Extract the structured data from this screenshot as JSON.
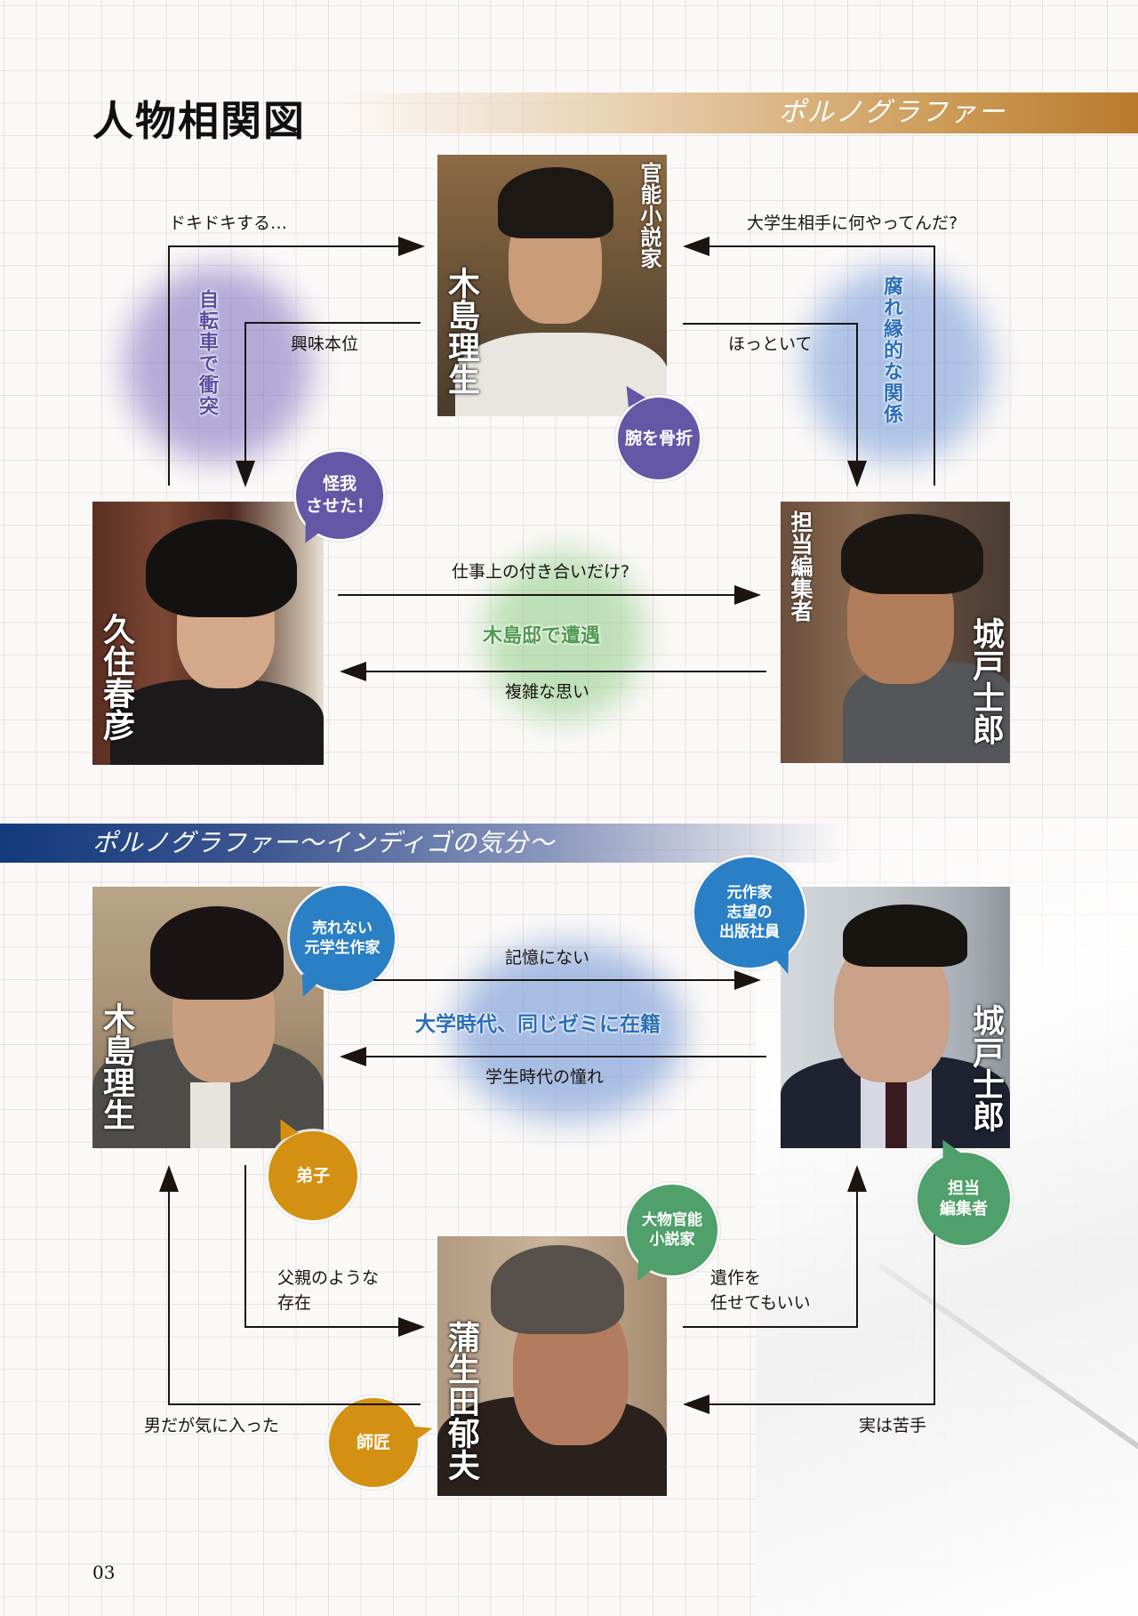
{
  "header": {
    "title": "人物相関図",
    "section1_title": "ポルノグラファー",
    "section2_title": "ポルノグラファー〜インディゴの気分〜"
  },
  "section1": {
    "characters": {
      "kijima": {
        "name": "木島理生",
        "role": "官能小説家",
        "bubble": "腕を骨折"
      },
      "kuzumi": {
        "name": "久住春彦",
        "bubble_line1": "怪我",
        "bubble_line2": "させた！"
      },
      "kido": {
        "name": "城戸士郎",
        "role": "担当編集者"
      }
    },
    "relations": {
      "kuzumi_to_kijima": "ドキドキする…",
      "kijima_to_kuzumi": "興味本位",
      "kido_to_kijima": "大学生相手に何やってんだ?",
      "kijima_to_kido": "ほっといて",
      "kuzumi_to_kido": "仕事上の付き合いだけ?",
      "kido_to_kuzumi": "複雑な思い"
    },
    "highlights": {
      "kijima_kuzumi": "自転車で衝突",
      "kijima_kido": "腐れ縁的な関係",
      "kuzumi_kido": "木島邸で遭遇"
    }
  },
  "section2": {
    "characters": {
      "kijima": {
        "name": "木島理生",
        "bubble_line1": "売れない",
        "bubble_line2": "元学生作家",
        "bubble2": "弟子"
      },
      "kido": {
        "name": "城戸士郎",
        "bubble_line1": "元作家",
        "bubble_line2": "志望の",
        "bubble_line3": "出版社員",
        "bubble2_line1": "担当",
        "bubble2_line2": "編集者"
      },
      "gamota": {
        "name": "蒲生田郁夫",
        "bubble_line1": "大物官能",
        "bubble_line2": "小説家",
        "bubble2": "師匠"
      }
    },
    "relations": {
      "kido_to_kijima_top": "記憶にない",
      "kijima_to_kido_bottom": "学生時代の憧れ",
      "kijima_to_gamota_line1": "父親のような",
      "kijima_to_gamota_line2": "存在",
      "gamota_to_kijima": "男だが気に入った",
      "gamota_to_kido_line1": "遺作を",
      "gamota_to_kido_line2": "任せてもいい",
      "kido_to_gamota": "実は苦手"
    },
    "highlights": {
      "kijima_kido": "大学時代、同じゼミに在籍"
    }
  },
  "footer": {
    "page_number": "03"
  },
  "colors": {
    "purple_bubble": "#6457a6",
    "blue_bubble": "#2b7fc4",
    "gold_bubble": "#d39012",
    "green_bubble": "#4fa06a",
    "header_band_gold": "#b97a2f",
    "header_band_navy": "#123a7c",
    "glow_purple_text": "#5b4ea0",
    "glow_blue_text": "#2a6fb8",
    "glow_green_text": "#4f9a4f"
  }
}
